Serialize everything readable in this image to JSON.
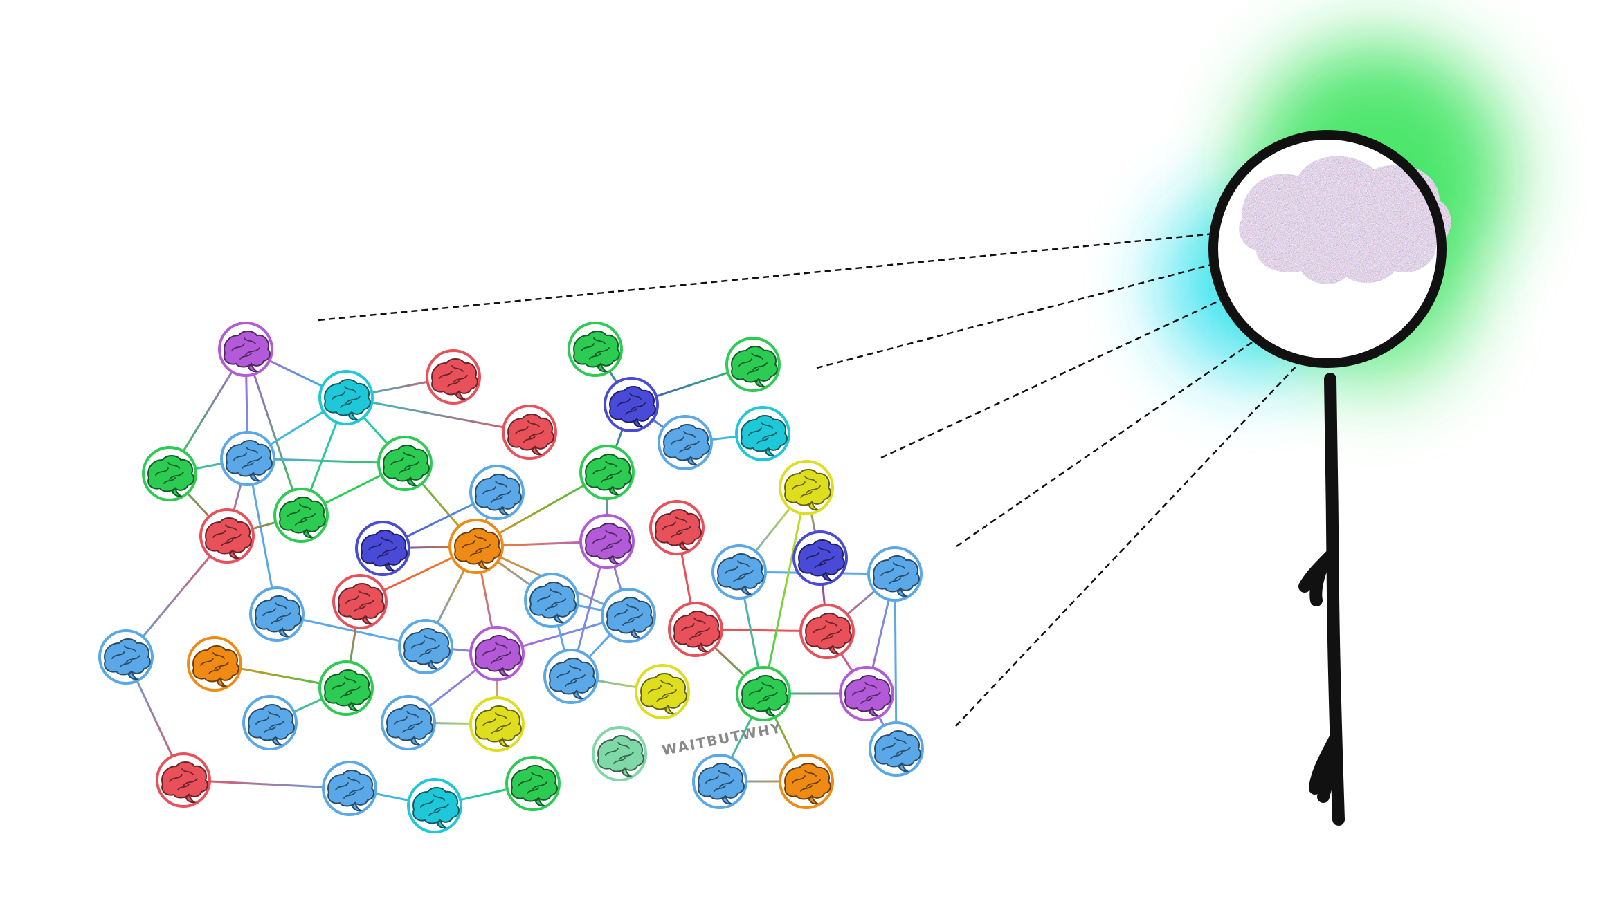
{
  "watermark": "WAITBUTWHY",
  "colors": {
    "purple": "#b25ad8",
    "cyan": "#1ec8d8",
    "red": "#e8505a",
    "green": "#2ccb52",
    "blue": "#5aa8e8",
    "indigo": "#4a4ad8",
    "orange": "#ef8a14",
    "yellow": "#dede1e",
    "mint": "#7ed8a8",
    "ink": "#111111",
    "glow_green": "#22e04a",
    "glow_cyan": "#22e0ee"
  },
  "icons": {
    "node": "brain-icon",
    "lens": "magnifying-glass-icon",
    "figure": "stick-figure-icon"
  },
  "network": {
    "nodes": [
      {
        "id": "n1",
        "color": "purple"
      },
      {
        "id": "n2",
        "color": "cyan"
      },
      {
        "id": "n3",
        "color": "red"
      },
      {
        "id": "n4",
        "color": "red"
      },
      {
        "id": "n5",
        "color": "green"
      },
      {
        "id": "n6",
        "color": "blue"
      },
      {
        "id": "n7",
        "color": "green"
      },
      {
        "id": "n8",
        "color": "green"
      },
      {
        "id": "n9",
        "color": "red"
      },
      {
        "id": "n10",
        "color": "blue"
      },
      {
        "id": "n11",
        "color": "indigo"
      },
      {
        "id": "n12",
        "color": "orange"
      },
      {
        "id": "n13",
        "color": "green"
      },
      {
        "id": "n14",
        "color": "purple"
      },
      {
        "id": "n15",
        "color": "red"
      },
      {
        "id": "n16",
        "color": "blue"
      },
      {
        "id": "n17",
        "color": "blue"
      },
      {
        "id": "n18",
        "color": "blue"
      },
      {
        "id": "n19",
        "color": "blue"
      },
      {
        "id": "n20",
        "color": "purple"
      },
      {
        "id": "n21",
        "color": "blue"
      },
      {
        "id": "n22",
        "color": "blue"
      },
      {
        "id": "n23",
        "color": "orange"
      },
      {
        "id": "n24",
        "color": "green"
      },
      {
        "id": "n25",
        "color": "blue"
      },
      {
        "id": "n26",
        "color": "blue"
      },
      {
        "id": "n27",
        "color": "yellow"
      },
      {
        "id": "n28",
        "color": "red"
      },
      {
        "id": "n29",
        "color": "blue"
      },
      {
        "id": "n30",
        "color": "cyan"
      },
      {
        "id": "n31",
        "color": "green"
      },
      {
        "id": "n32",
        "color": "green"
      },
      {
        "id": "n33",
        "color": "indigo"
      },
      {
        "id": "n34",
        "color": "green"
      },
      {
        "id": "n35",
        "color": "blue"
      },
      {
        "id": "n36",
        "color": "cyan"
      },
      {
        "id": "n37",
        "color": "red"
      },
      {
        "id": "n38",
        "color": "yellow"
      },
      {
        "id": "n39",
        "color": "blue"
      },
      {
        "id": "n40",
        "color": "indigo"
      },
      {
        "id": "n41",
        "color": "blue"
      },
      {
        "id": "n42",
        "color": "red"
      },
      {
        "id": "n43",
        "color": "red"
      },
      {
        "id": "n44",
        "color": "yellow"
      },
      {
        "id": "n45",
        "color": "green"
      },
      {
        "id": "n46",
        "color": "purple"
      },
      {
        "id": "n47",
        "color": "mint"
      },
      {
        "id": "n48",
        "color": "blue"
      },
      {
        "id": "n49",
        "color": "orange"
      },
      {
        "id": "n50",
        "color": "blue"
      }
    ],
    "edges": [
      [
        "n1",
        "n2"
      ],
      [
        "n1",
        "n5"
      ],
      [
        "n1",
        "n6"
      ],
      [
        "n1",
        "n8"
      ],
      [
        "n2",
        "n3"
      ],
      [
        "n2",
        "n4"
      ],
      [
        "n2",
        "n6"
      ],
      [
        "n2",
        "n7"
      ],
      [
        "n2",
        "n8"
      ],
      [
        "n5",
        "n6"
      ],
      [
        "n5",
        "n9"
      ],
      [
        "n6",
        "n7"
      ],
      [
        "n6",
        "n9"
      ],
      [
        "n6",
        "n16"
      ],
      [
        "n7",
        "n8"
      ],
      [
        "n7",
        "n12"
      ],
      [
        "n8",
        "n9"
      ],
      [
        "n9",
        "n17"
      ],
      [
        "n17",
        "n28"
      ],
      [
        "n28",
        "n29"
      ],
      [
        "n29",
        "n30"
      ],
      [
        "n30",
        "n31"
      ],
      [
        "n16",
        "n19"
      ],
      [
        "n23",
        "n24"
      ],
      [
        "n15",
        "n24"
      ],
      [
        "n25",
        "n24"
      ],
      [
        "n11",
        "n12"
      ],
      [
        "n11",
        "n10"
      ],
      [
        "n12",
        "n10"
      ],
      [
        "n12",
        "n13"
      ],
      [
        "n12",
        "n14"
      ],
      [
        "n12",
        "n15"
      ],
      [
        "n12",
        "n20"
      ],
      [
        "n12",
        "n18"
      ],
      [
        "n12",
        "n19"
      ],
      [
        "n12",
        "n21"
      ],
      [
        "n19",
        "n20"
      ],
      [
        "n20",
        "n21"
      ],
      [
        "n20",
        "n26"
      ],
      [
        "n20",
        "n27"
      ],
      [
        "n21",
        "n22"
      ],
      [
        "n21",
        "n18"
      ],
      [
        "n22",
        "n14"
      ],
      [
        "n22",
        "n18"
      ],
      [
        "n22",
        "n38"
      ],
      [
        "n13",
        "n14"
      ],
      [
        "n14",
        "n21"
      ],
      [
        "n26",
        "n27"
      ],
      [
        "n32",
        "n33"
      ],
      [
        "n33",
        "n34"
      ],
      [
        "n33",
        "n35"
      ],
      [
        "n35",
        "n36"
      ],
      [
        "n33",
        "n13"
      ],
      [
        "n37",
        "n42"
      ],
      [
        "n42",
        "n43"
      ],
      [
        "n42",
        "n45"
      ],
      [
        "n39",
        "n45"
      ],
      [
        "n39",
        "n41"
      ],
      [
        "n40",
        "n43"
      ],
      [
        "n44",
        "n39"
      ],
      [
        "n44",
        "n40"
      ],
      [
        "n44",
        "n45"
      ],
      [
        "n43",
        "n41"
      ],
      [
        "n43",
        "n46"
      ],
      [
        "n41",
        "n46"
      ],
      [
        "n41",
        "n50"
      ],
      [
        "n46",
        "n50"
      ],
      [
        "n45",
        "n46"
      ],
      [
        "n45",
        "n48"
      ],
      [
        "n45",
        "n49"
      ],
      [
        "n48",
        "n49"
      ]
    ]
  }
}
